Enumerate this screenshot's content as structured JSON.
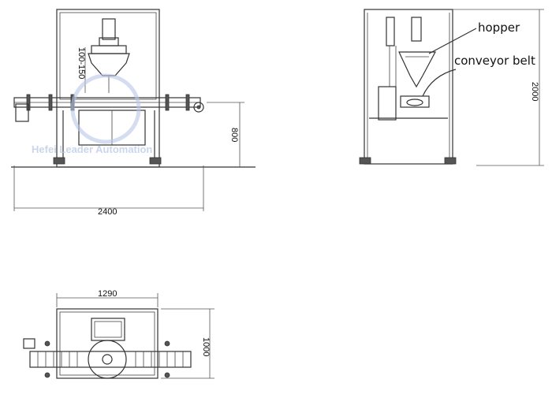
{
  "watermark": "Hefei Leader Automation",
  "front_view": {
    "fill_height_dim": "100-150",
    "height_dim": "800",
    "length_dim": "2400"
  },
  "side_view": {
    "hopper_label": "hopper",
    "conveyor_label": "conveyor belt",
    "height_dim": "2000"
  },
  "top_view": {
    "width_dim": "1290",
    "depth_dim": "1000"
  }
}
